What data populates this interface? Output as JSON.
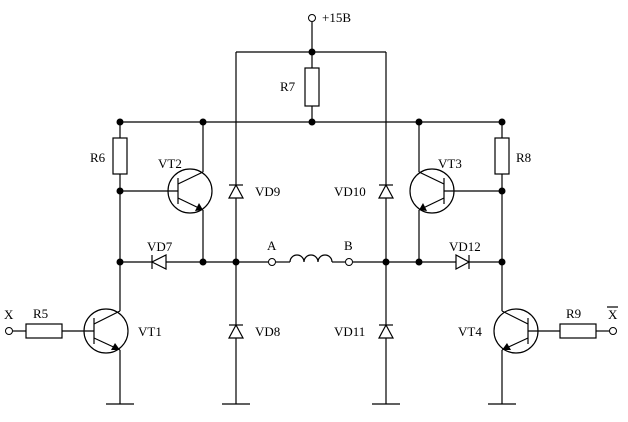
{
  "labels": {
    "supply": "+15B",
    "R5": "R5",
    "R6": "R6",
    "R7": "R7",
    "R8": "R8",
    "R9": "R9",
    "VT1": "VT1",
    "VT2": "VT2",
    "VT3": "VT3",
    "VT4": "VT4",
    "VD7": "VD7",
    "VD8": "VD8",
    "VD9": "VD9",
    "VD10": "VD10",
    "VD11": "VD11",
    "VD12": "VD12",
    "A": "A",
    "B": "B",
    "X": "X",
    "Xbar": "X"
  }
}
